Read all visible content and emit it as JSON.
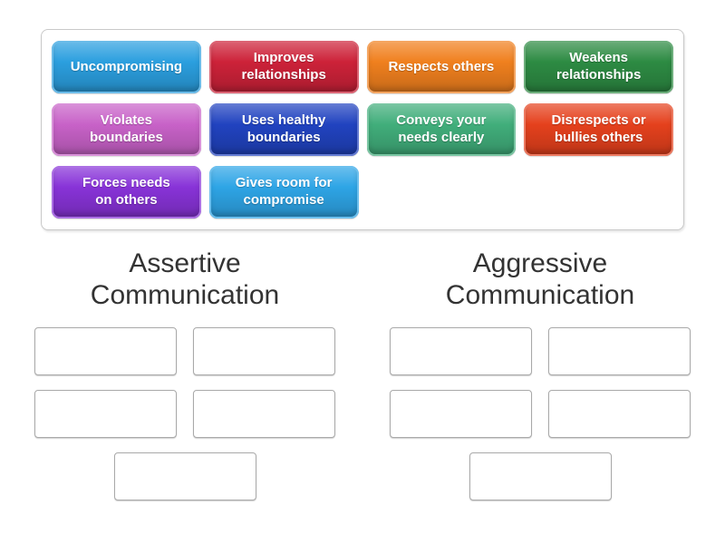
{
  "tray": {
    "tiles": [
      {
        "label": "Uncompromising",
        "color": "#2B9FDF"
      },
      {
        "label": "Improves\nrelationships",
        "color": "#CD2239"
      },
      {
        "label": "Respects others",
        "color": "#F0801E"
      },
      {
        "label": "Weakens\nrelationships",
        "color": "#2D8B43"
      },
      {
        "label": "Violates\nboundaries",
        "color": "#C862C8"
      },
      {
        "label": "Uses healthy\nboundaries",
        "color": "#2143C0"
      },
      {
        "label": "Conveys your\nneeds clearly",
        "color": "#41AE7B"
      },
      {
        "label": "Disrespects or\nbullies others",
        "color": "#E5411D"
      },
      {
        "label": "Forces needs\non others",
        "color": "#8833D8"
      },
      {
        "label": "Gives room for\ncompromise",
        "color": "#2EA5E6"
      }
    ]
  },
  "groups": [
    {
      "title": "Assertive Communication",
      "slot_count": 5
    },
    {
      "title": "Aggressive Communication",
      "slot_count": 5
    }
  ],
  "ui_colors": {
    "title_text": "#333333",
    "tile_text": "#ffffff",
    "tray_border": "#c9c9c9",
    "slot_border": "#a9a9a9",
    "background": "#ffffff"
  }
}
